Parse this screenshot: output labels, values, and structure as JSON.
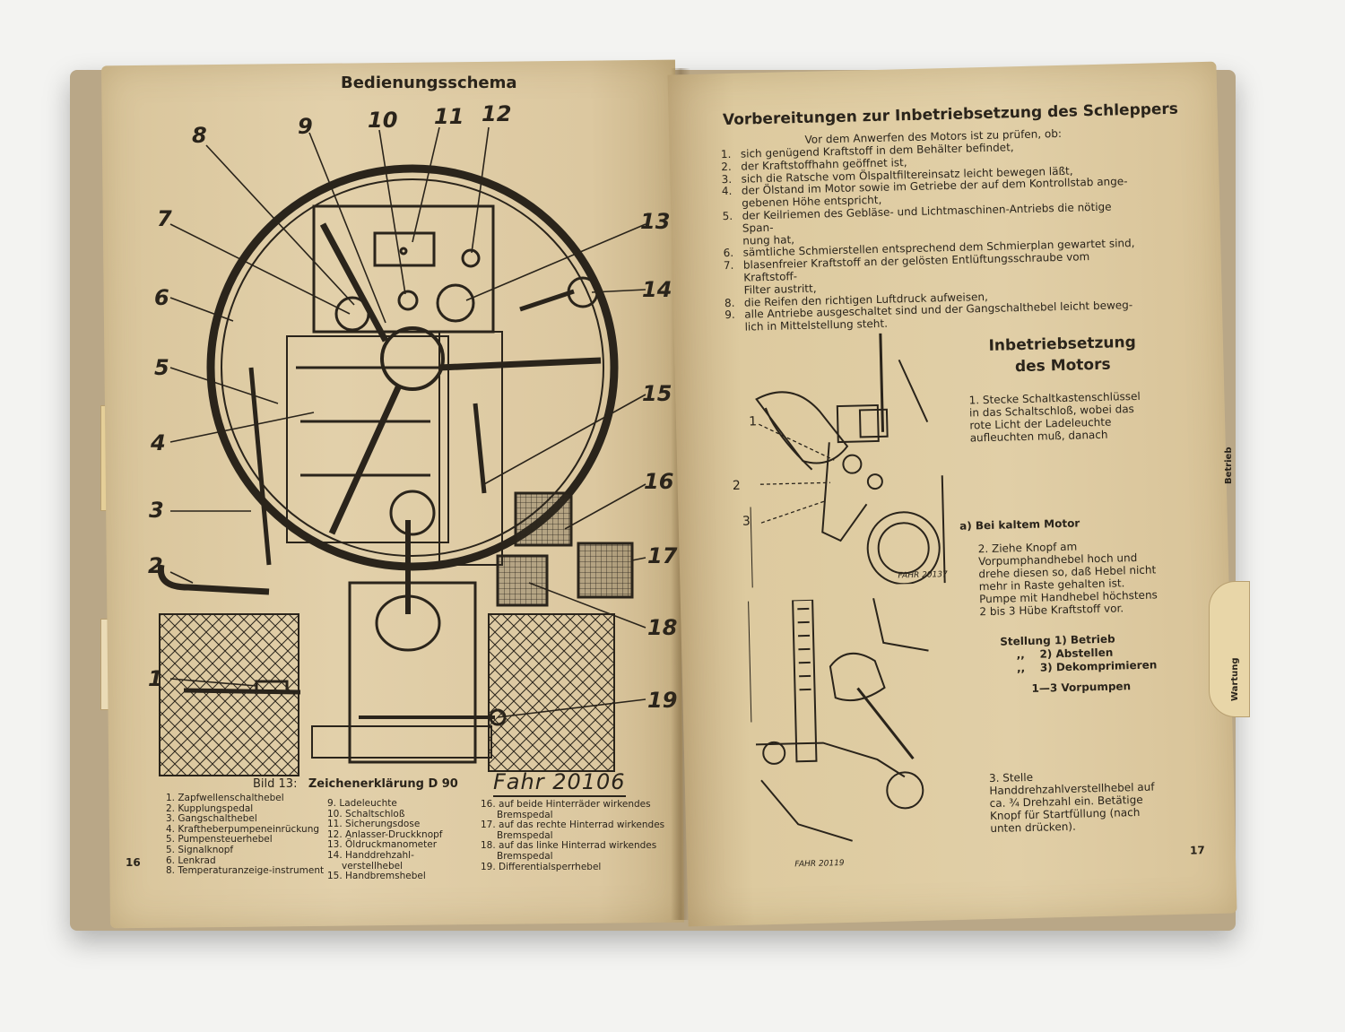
{
  "left_page": {
    "title": "Bedienungsschema",
    "callouts": [
      "8",
      "9",
      "10",
      "11",
      "12",
      "7",
      "13",
      "6",
      "14",
      "5",
      "15",
      "4",
      "16",
      "3",
      "17",
      "2",
      "18",
      "1",
      "19"
    ],
    "caption_prefix": "Bild 13:",
    "caption_title": "Zeichenerklärung D 90",
    "stamp": "Fahr 20106",
    "legend_col1": [
      "1. Zapfwellenschalthebel",
      "2. Kupplungspedal",
      "3. Gangschalthebel",
      "4. Kraftheberpumpeneinrückung",
      "5. Pumpensteuerhebel",
      "5. Signalknopf",
      "6. Lenkrad",
      "8. Temperaturanzeige-instrument"
    ],
    "legend_col2": [
      "9. Ladeleuchte",
      "10. Schaltschloß",
      "11. Sicherungsdose",
      "12. Anlasser-Druckknopf",
      "13. Öldruckmanometer",
      "14. Handdrehzahl-",
      "verstellhebel",
      "15. Handbremshebel"
    ],
    "legend_col3": [
      "16. auf beide Hinterräder wirkendes",
      "Bremspedal",
      "17. auf das rechte Hinterrad wirkendes",
      "Bremspedal",
      "18. auf das linke Hinterrad wirkendes",
      "Bremspedal",
      "19. Differentialsperrhebel"
    ],
    "page_number": "16"
  },
  "right_page": {
    "title": "Vorbereitungen zur Inbetriebsetzung des Schleppers",
    "intro": "Vor dem Anwerfen des Motors ist zu prüfen, ob:",
    "steps": [
      {
        "n": "1.",
        "text": "sich genügend Kraftstoff in dem Behälter befindet,"
      },
      {
        "n": "2.",
        "text": "der Kraftstoffhahn geöffnet ist,"
      },
      {
        "n": "3.",
        "text": "sich die Ratsche vom Ölspaltfiltereinsatz leicht bewegen läßt,"
      },
      {
        "n": "4.",
        "text": "der Ölstand im Motor sowie im Getriebe der auf dem Kontrollstab ange-"
      },
      {
        "n": "",
        "text": "gebenen Höhe entspricht,"
      },
      {
        "n": "5.",
        "text": "der Keilriemen des Gebläse- und Lichtmaschinen-Antriebs die nötige Span-"
      },
      {
        "n": "",
        "text": "nung hat,"
      },
      {
        "n": "6.",
        "text": "sämtliche Schmierstellen entsprechend dem Schmierplan gewartet sind,"
      },
      {
        "n": "7.",
        "text": "blasenfreier Kraftstoff an der gelösten Entlüftungsschraube vom Kraftstoff-"
      },
      {
        "n": "",
        "text": "Filter austritt,"
      },
      {
        "n": "8.",
        "text": "die Reifen den richtigen Luftdruck aufweisen,"
      },
      {
        "n": "9.",
        "text": "alle Antriebe ausgeschaltet sind und der Gangschalthebel leicht beweg-"
      },
      {
        "n": "",
        "text": "lich in Mittelstellung steht."
      }
    ],
    "section_title_1": "Inbetriebsetzung",
    "section_title_2": "des Motors",
    "para1": "1. Stecke Schaltkastenschlüssel in das Schaltschloß, wobei das rote Licht der Ladeleuchte aufleuchten muß, danach",
    "sub_a": "a) Bei kaltem Motor",
    "para2": "2. Ziehe Knopf am Vorpumphandhebel hoch und drehe diesen so, daß Hebel nicht mehr in Raste gehalten ist. Pumpe mit Handhebel höchstens 2 bis 3 Hübe Kraftstoff vor.",
    "stellung": {
      "label": "Stellung",
      "items": [
        "1) Betrieb",
        "2) Abstellen",
        "3) Dekomprimieren"
      ],
      "ditto": ",,",
      "last": "1—3  Vorpumpen"
    },
    "para3": "3. Stelle Handdrehzahlverstellhebel auf ca. ¾ Drehzahl ein. Betätige Knopf für Startfüllung (nach unten drücken).",
    "ill_labels": [
      "1",
      "2",
      "3"
    ],
    "stamp_top": "FAHR 20137",
    "stamp_bottom": "FAHR 20119",
    "side_tab_1": "Betrieb",
    "side_tab_2": "Wartung",
    "page_number": "17"
  }
}
